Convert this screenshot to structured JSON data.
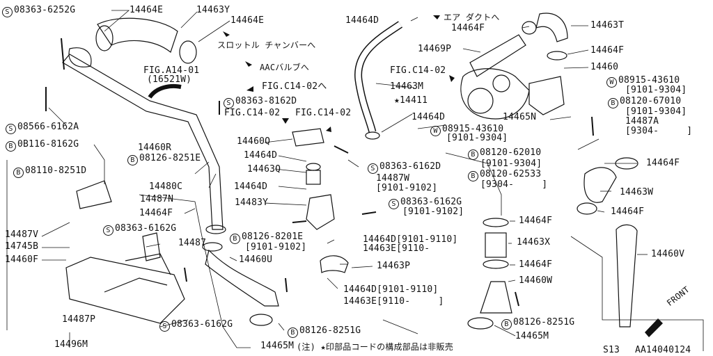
{
  "labels": {
    "l_08363_6252G": "08363-6252G",
    "l_14464E_a": "14464E",
    "l_14463Y": "14463Y",
    "l_14464E_b": "14464E",
    "l_throttle": "スロットル チャンバーへ",
    "l_aac": "AACバルブへ",
    "l_figA14": "FIG.A14-01",
    "l_figA14b": "(16521W)",
    "l_figC14_a": "FIG.C14-02へ",
    "l_08363_8162D": "08363-8162D",
    "l_figC14_b": "FIG.C14-02",
    "l_figC14_c": "FIG.C14-02",
    "l_14464D_top": "14464D",
    "l_airduct": "エア ダクトへ",
    "l_14464F_a": "14464F",
    "l_14463T": "14463T",
    "l_14469P": "14469P",
    "l_14464F_b": "14464F",
    "l_figC14_d": "FIG.C14-02",
    "l_14460": "14460",
    "l_14463M": "14463M",
    "l_14411": "14411",
    "l_08915_a": "08915-43610",
    "l_9101_9304_a": "[9101-9304]",
    "l_08120_67010": "08120-67010",
    "l_9101_9304_b": "[9101-9304]",
    "l_14487A": "14487A",
    "l_9304_a": "[9304-     ]",
    "l_14465N": "14465N",
    "l_14464D_mid": "14464D",
    "l_08915_b": "08915-43610",
    "l_9101_9304_c": "[9101-9304]",
    "l_08566_6162A": "08566-6162A",
    "l_08116_8162G": "0B116-8162G",
    "l_14460R": "14460R",
    "l_08126_8251E": "08126-8251E",
    "l_14460Q": "14460Q",
    "l_14464D_q": "14464D",
    "l_14463Q": "14463Q",
    "l_08363_6162D": "08363-6162D",
    "l_08120_62010": "08120-62010",
    "l_9101_9304_d": "[9101-9304]",
    "l_08120_62533": "08120-62533",
    "l_9304_b": "[9304-     ]",
    "l_14464F_c": "14464F",
    "l_08110_8251D": "08110-8251D",
    "l_14480C": "14480C",
    "l_14487N": "14487N",
    "l_14464D_d": "14464D",
    "l_14487W": "14487W",
    "l_9101_9102_a": "[9101-9102]",
    "l_14463W": "14463W",
    "l_14483Y": "14483Y",
    "l_08363_6162G_a": "08363-6162G",
    "l_9101_9102_b": "[9101-9102]",
    "l_14464F_d": "14464F",
    "l_14464F_e": "14464F",
    "l_14487V": "14487V",
    "l_08363_6162G_b": "08363-6162G",
    "l_14745B": "14745B",
    "l_08126_8201E": "08126-8201E",
    "l_9101_9102_c": "[9101-9102]",
    "l_14464D_9101": "14464D[9101-9110]",
    "l_14463E_9110": "14463E[9110-",
    "l_14464F_f": "14464F",
    "l_14463X": "14463X",
    "l_14460V": "14460V",
    "l_14487": "14487",
    "l_14460F": "14460F",
    "l_14460U": "14460U",
    "l_14463P": "14463P",
    "l_14464F_g": "14464F",
    "l_14460W": "14460W",
    "l_14464D_b2": "14464D[9101-9110]",
    "l_14463E_b2": "14463E[9110-     ]",
    "l_14487P": "14487P",
    "l_08363_6162G_c": "08363-6162G",
    "l_08126_8251G_a": "08126-8251G",
    "l_08126_8251G_b": "08126-8251G",
    "l_14496M": "14496M",
    "l_14465M_a": "14465M",
    "l_note": "(注) ★印部品コードの構成部品は非販売",
    "l_14465M_b": "14465M",
    "l_front": "FRONT",
    "l_s13": "S13",
    "l_code": "AA14040124"
  }
}
